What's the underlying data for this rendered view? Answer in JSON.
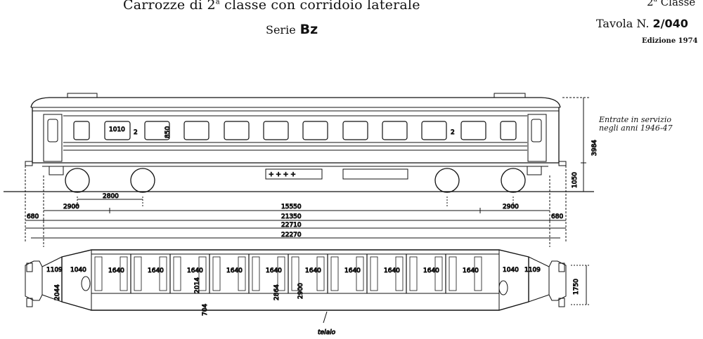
{
  "header": {
    "title_pre": "Carrozze di 2",
    "title_sup": "a",
    "title_post": " classe con corridoio laterale",
    "serie_label": "Serie",
    "serie_value": "Bz",
    "classe_num": "2",
    "classe_sup": "a",
    "classe_word": " Classe",
    "tavola_label": "Tavola N.",
    "tavola_value": "2/040",
    "edizione": "Edizione 1974"
  },
  "note": {
    "line1": "Entrate in servizio",
    "line2": "negli anni 1946-47"
  },
  "side_view": {
    "window_width": "1010",
    "window_height": "850",
    "class_mark_left": "2",
    "class_mark_right": "2",
    "height_total": "3984",
    "floor_height": "1050",
    "wheelbase_left": "2800"
  },
  "dimensions": {
    "bogie_left": "2900",
    "bogie_pivots": "15550",
    "bogie_right": "2900",
    "overhang_left": "680",
    "body_length": "21350",
    "overhang_right": "680",
    "length_over_buffers": "22710",
    "underframe_length": "22270"
  },
  "plan_view": {
    "end_left": "1109",
    "end_right": "1109",
    "vestibule_left": "1040",
    "vestibule_right": "1040",
    "compartments": [
      "1640",
      "1640",
      "1640",
      "1640",
      "1640",
      "1640",
      "1640",
      "1640",
      "1640",
      "1640"
    ],
    "end_width": "2044",
    "aisle_offset": "2014",
    "body_width": "2864",
    "overall_width": "2900",
    "corridor_width": "704",
    "buffer_spacing": "1750",
    "underframe_label": "telaio"
  }
}
